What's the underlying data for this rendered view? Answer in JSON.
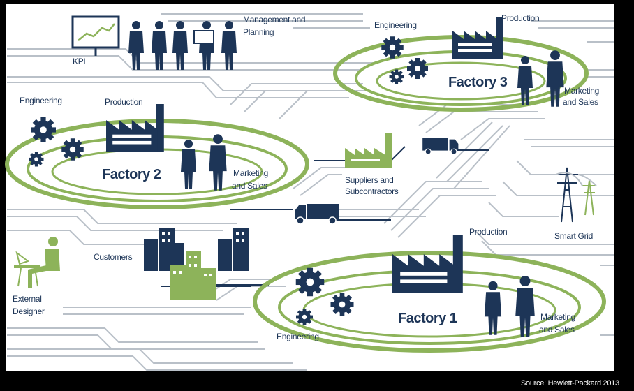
{
  "colors": {
    "navy": "#1d3557",
    "green": "#8db35a",
    "circuit": "#b9c0c8",
    "background": "#ffffff",
    "frame": "#000000"
  },
  "labels": {
    "kpi": "KPI",
    "management": "Management and",
    "planning": "Planning",
    "f3_engineering": "Engineering",
    "f3_production": "Production",
    "f3_title": "Factory 3",
    "f3_marketing": "Marketing",
    "f3_sales": "and Sales",
    "f2_engineering": "Engineering",
    "f2_production": "Production",
    "f2_title": "Factory  2",
    "f2_marketing": "Marketing",
    "f2_sales": "and Sales",
    "suppliers_1": "Suppliers and",
    "suppliers_2": "Subcontractors",
    "smart_grid": "Smart Grid",
    "customers": "Customers",
    "ext_1": "External",
    "ext_2": "Designer",
    "f1_production": "Production",
    "f1_title": "Factory 1",
    "f1_marketing": "Marketing",
    "f1_sales": "and Sales",
    "f1_engineering": "Engineering",
    "source": "Source: Hewlett-Packard 2013"
  },
  "icons": {
    "kpi": "line-chart-board-icon",
    "people": "business-people-icon",
    "gears": "gears-icon",
    "factory": "factory-icon",
    "truck": "truck-icon",
    "pylon": "power-pylon-icon",
    "buildings": "city-buildings-icon",
    "designer": "designer-at-desk-icon"
  }
}
